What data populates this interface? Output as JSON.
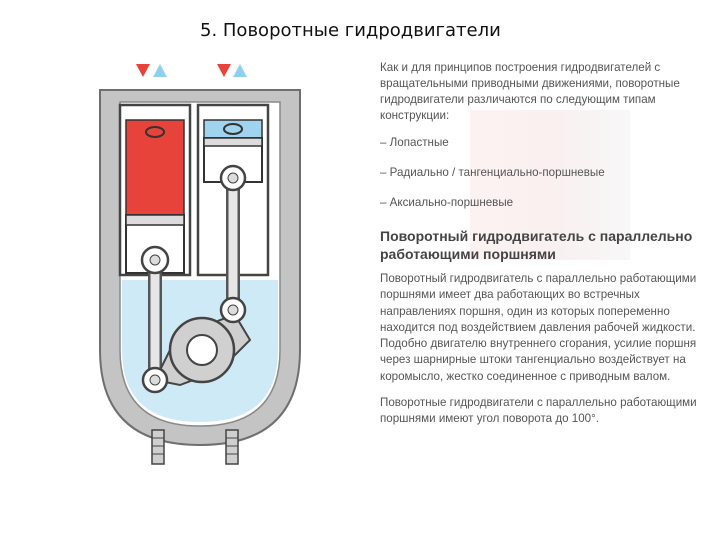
{
  "title": "5. Поворотные гидродвигатели",
  "intro": "Как и для принципов построения гидродвигателей с вращательными приводными движениями, поворотные гидродвигатели различаются по следующим типам конструкции:",
  "types": [
    "– Лопастные",
    "– Радиально / тангенциально-поршневые",
    "– Аксиально-поршневые"
  ],
  "heading": "Поворотный гидродвигатель с параллельно работающими поршнями",
  "paragraph1": "Поворотный гидродвигатель с параллельно работающими поршнями имеет два работающих во встречных направлениях поршня, один из которых попеременно находится под воздействием давления рабочей жидкости. Подобно двигателю внутреннего сгорания, усилие поршня через шарнирные штоки тангенциально воздействует на коромысло, жестко соединенное с приводным валом.",
  "paragraph2": "Поворотные гидродвигатели с параллельно работающими поршнями имеют угол поворота до 100°.",
  "colors": {
    "pressure_red": "#e8433b",
    "return_blue": "#9fd3ee",
    "housing_gray": "#b4b4b4",
    "arrow_red": "#e8433b",
    "arrow_blue": "#8fd0ee"
  }
}
